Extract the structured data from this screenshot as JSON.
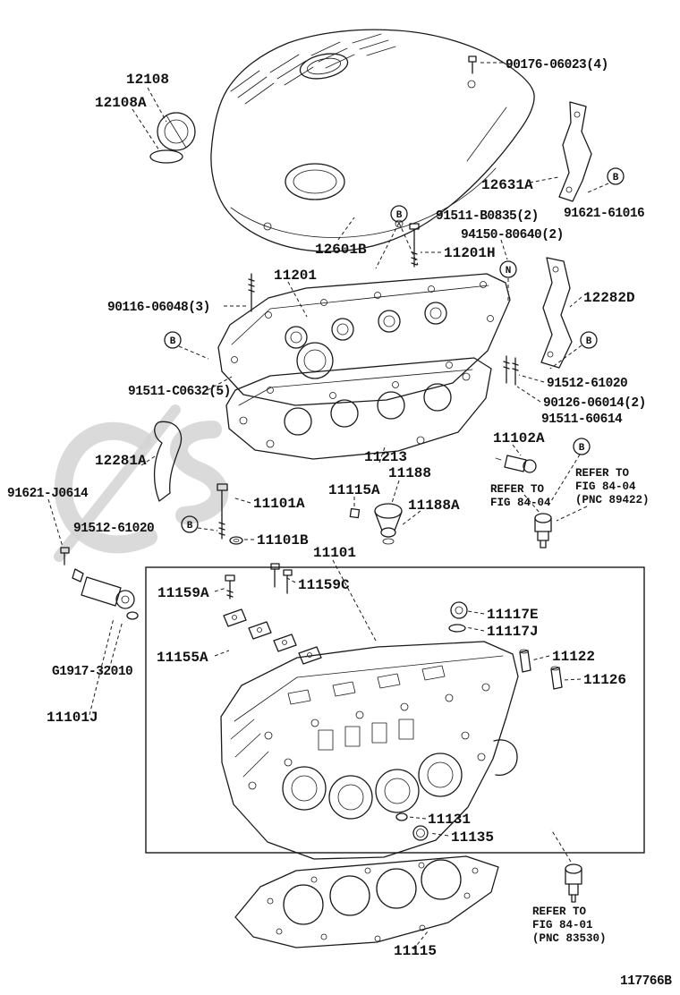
{
  "page": {
    "figure_code": "117766B",
    "colors": {
      "line": "#1a1a1a",
      "background": "#ffffff",
      "watermark": "#d4d4d4"
    }
  },
  "symbols": {
    "bolt": "B",
    "nut": "N"
  },
  "labels": {
    "p12108": "12108",
    "p12108a": "12108A",
    "p90176": "90176-06023(4)",
    "p12631a": "12631A",
    "p91621_61016": "91621-61016",
    "p91511_b0835": "91511-B0835(2)",
    "p94150": "94150-80640(2)",
    "p12601b": "12601B",
    "p11201h": "11201H",
    "p11201": "11201",
    "p90116": "90116-06048(3)",
    "p12282d": "12282D",
    "p91511_c0632": "91511-C0632(5)",
    "p91512_61020_r": "91512-61020",
    "p90126": "90126-06014(2)",
    "p91511_60614": "91511-60614",
    "p11102a": "11102A",
    "p12281a": "12281A",
    "p11213": "11213",
    "p11188": "11188",
    "p11115a": "11115A",
    "p11188a": "11188A",
    "p91621_j0614": "91621-J0614",
    "p11101a": "11101A",
    "p91512_61020_l": "91512-61020",
    "p11101b": "11101B",
    "p11101": "11101",
    "p11159a": "11159A",
    "p11159c": "11159C",
    "p11117e": "11117E",
    "p11117j": "11117J",
    "p11155a": "11155A",
    "p11122": "11122",
    "p11126": "11126",
    "pg1917": "G1917-32010",
    "p11101j": "11101J",
    "p11131": "11131",
    "p11135": "11135",
    "p11115": "11115",
    "refer_a": {
      "l1": "REFER TO",
      "l2": "FIG 84-04",
      "l3": "(PNC 89422)"
    },
    "refer_b": {
      "l1": "REFER TO",
      "l2": "FIG 84-04"
    },
    "refer_c": {
      "l1": "REFER TO",
      "l2": "FIG 84-01",
      "l3": "(PNC 83530)"
    }
  }
}
